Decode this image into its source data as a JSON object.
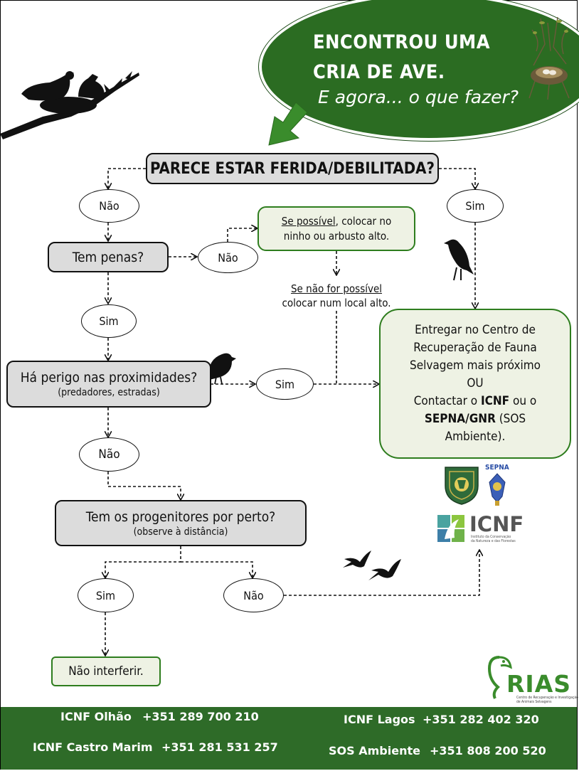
{
  "header": {
    "title_line1": "ENCONTROU UMA",
    "title_line2": "CRIA DE AVE.",
    "subtitle": "E agora... o que fazer?"
  },
  "flow": {
    "q_ferida": "PARECE ESTAR FERIDA/DEBILITADA?",
    "nao_1": "Não",
    "sim_1": "Sim",
    "q_penas": "Tem penas?",
    "nao_penas": "Não",
    "ninho_underlined": "Se possível",
    "ninho_rest": ", colocar no",
    "ninho_line2": "ninho ou arbusto alto.",
    "alt_underlined": "Se não for possível",
    "alt_line2": "colocar num local alto.",
    "sim_penas": "Sim",
    "q_perigo": "Há perigo nas proximidades?",
    "q_perigo_sub": "(predadores, estradas)",
    "sim_perigo": "Sim",
    "nao_perigo": "Não",
    "q_progenitores": "Tem os progenitores por perto?",
    "q_progenitores_sub": "(observe à distância)",
    "sim_prog": "Sim",
    "nao_prog": "Não",
    "nao_interferir": "Não interferir.",
    "centro_line1": "Entregar no Centro de",
    "centro_line2": "Recuperação de Fauna",
    "centro_line3": "Selvagem mais próximo",
    "centro_ou": "OU",
    "centro_contact_pre": "Contactar o ",
    "centro_icnf": "ICNF",
    "centro_contact_mid": " ou o",
    "centro_sepna": "SEPNA/GNR",
    "centro_sos": " (SOS",
    "centro_ambiente": "Ambiente)."
  },
  "logos": {
    "sepna": "SEPNA",
    "icnf": "ICNF",
    "icnf_line1": "Instituto da Conservação",
    "icnf_line2": "da Natureza e das Florestas",
    "rias": "RIAS",
    "rias_line1": "Centro de Recuperação e Investigação",
    "rias_line2": "de Animais Selvagens"
  },
  "footer": {
    "olhao_label": "ICNF Olhão",
    "olhao_phone": "+351 289 700 210",
    "castro_label": "ICNF Castro Marim",
    "castro_phone": "+351 281 531 257",
    "lagos_label": "ICNF Lagos",
    "lagos_phone": "+351 282 402 320",
    "sos_label": "SOS Ambiente",
    "sos_phone": "+351 808 200 520"
  },
  "colors": {
    "header_green": "#2b6c22",
    "footer_green": "#2e6b28",
    "box_grey": "#dcdcdc",
    "box_green_fill": "#eef2e4",
    "box_green_border": "#2e7d1e"
  },
  "icons": [
    "nest-birds-silhouette",
    "nest-eggs-photo",
    "green-arrow-icon",
    "crow-icon",
    "small-bird-icon",
    "swallows-icon",
    "gnr-emblem",
    "sepna-emblem",
    "icnf-logo",
    "rias-logo"
  ]
}
